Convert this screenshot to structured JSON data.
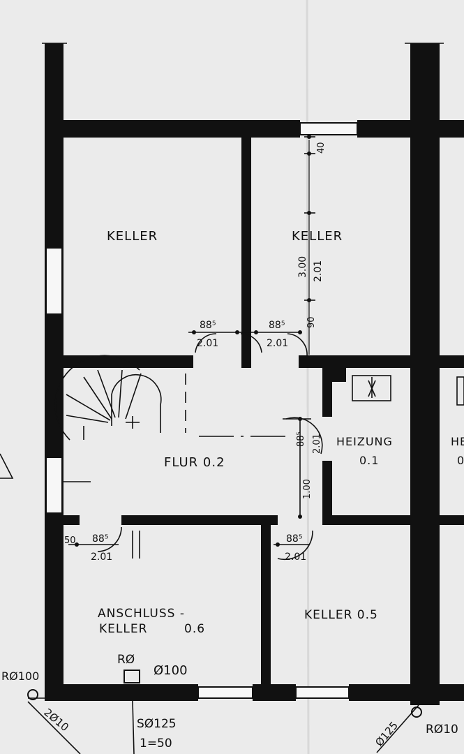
{
  "rooms": {
    "keller_left": "KELLER",
    "keller_right": "KELLER",
    "flur": "FLUR 0.2",
    "heizung": "HEIZUNG",
    "heizung_num": "0.1",
    "anschluss_line1": "ANSCHLUSS -",
    "anschluss_line2": "KELLER",
    "anschluss_num": "0.6",
    "keller_05": "KELLER 0.5",
    "edge_he": "HE",
    "edge_0": "0"
  },
  "dimensions": {
    "door_a_width": "88⁵",
    "door_a_height": "2.01",
    "door_b_width": "88⁵",
    "door_b_height": "2.01",
    "door_c_width": "88⁵",
    "door_c_height": "2.01",
    "door_d_width": "88⁵",
    "door_d_height": "2.01",
    "door_e_width": "88⁵",
    "door_e_height": "2.01",
    "wall_50": "50",
    "window_h1": "3.00",
    "window_h2": "2.01",
    "top_40": "40",
    "sill_90": "90",
    "door_100": "1.00"
  },
  "annotations": {
    "r_o": "RØ",
    "pipe_100": "Ø100",
    "pipe_left_100": "RØ100",
    "s125": "SØ125",
    "scale": "1=50",
    "bottom_left": "2Ø10",
    "bottom_right_125": "Ø125",
    "bottom_right_r": "RØ10"
  },
  "colors": {
    "paper": "#ebebeb",
    "ink": "#111111"
  }
}
